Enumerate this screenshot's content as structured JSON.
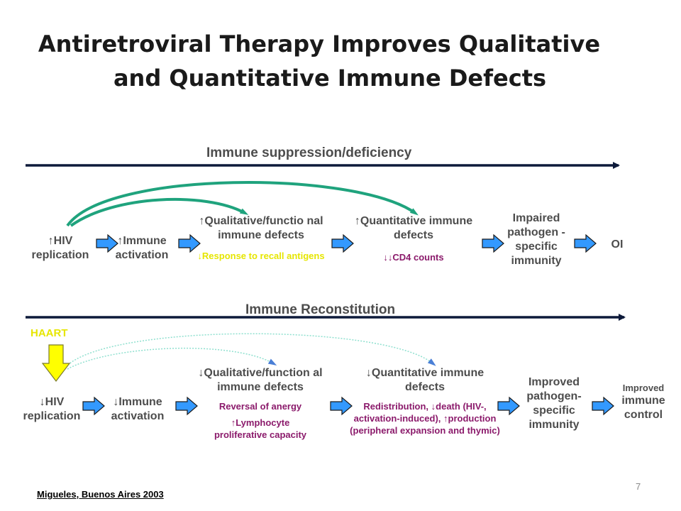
{
  "title": {
    "line1": "Antiretroviral Therapy Improves Qualitative",
    "line2": "and Quantitative Immune Defects"
  },
  "top": {
    "section_title": "Immune suppression/deficiency",
    "nodes": [
      {
        "label": "↑HIV replication"
      },
      {
        "label": "↑Immune activation"
      },
      {
        "label": "↑Qualitative/functio nal immune defects",
        "sub": "↓Response to recall antigens"
      },
      {
        "label": "↑Quantitative immune defects",
        "sub": "↓↓CD4 counts"
      },
      {
        "label": "Impaired pathogen -specific immunity"
      },
      {
        "label": "OI"
      }
    ]
  },
  "bottom": {
    "section_title": "Immune Reconstitution",
    "haart_label": "HAART",
    "nodes": [
      {
        "label": "↓HIV replication"
      },
      {
        "label": "↓Immune activation"
      },
      {
        "label": "↓Qualitative/function al immune defects",
        "sub1": "Reversal of anergy",
        "sub2": "↑Lymphocyte proliferative capacity"
      },
      {
        "label": "↓Quantitative immune defects",
        "sub1": "Redistribution, ↓death (HIV-, activation-induced), ↑production (peripheral expansion and thymic)"
      },
      {
        "label": "Improved pathogen- specific immunity"
      },
      {
        "label_small": "Improved",
        "label": "immune control"
      }
    ]
  },
  "citation": "Migueles, Buenos Aires 2003",
  "page_number": "7",
  "colors": {
    "title": "#1a1a1a",
    "text": "#4d4d4d",
    "highlight_yellow": "#e6e600",
    "highlight_purple": "#8b1a6b",
    "line_navy": "#0d1a3a",
    "curve_top": "#1fa37d",
    "curve_bottom": "#8fe0cf",
    "arrow_fill": "#3399ff"
  }
}
